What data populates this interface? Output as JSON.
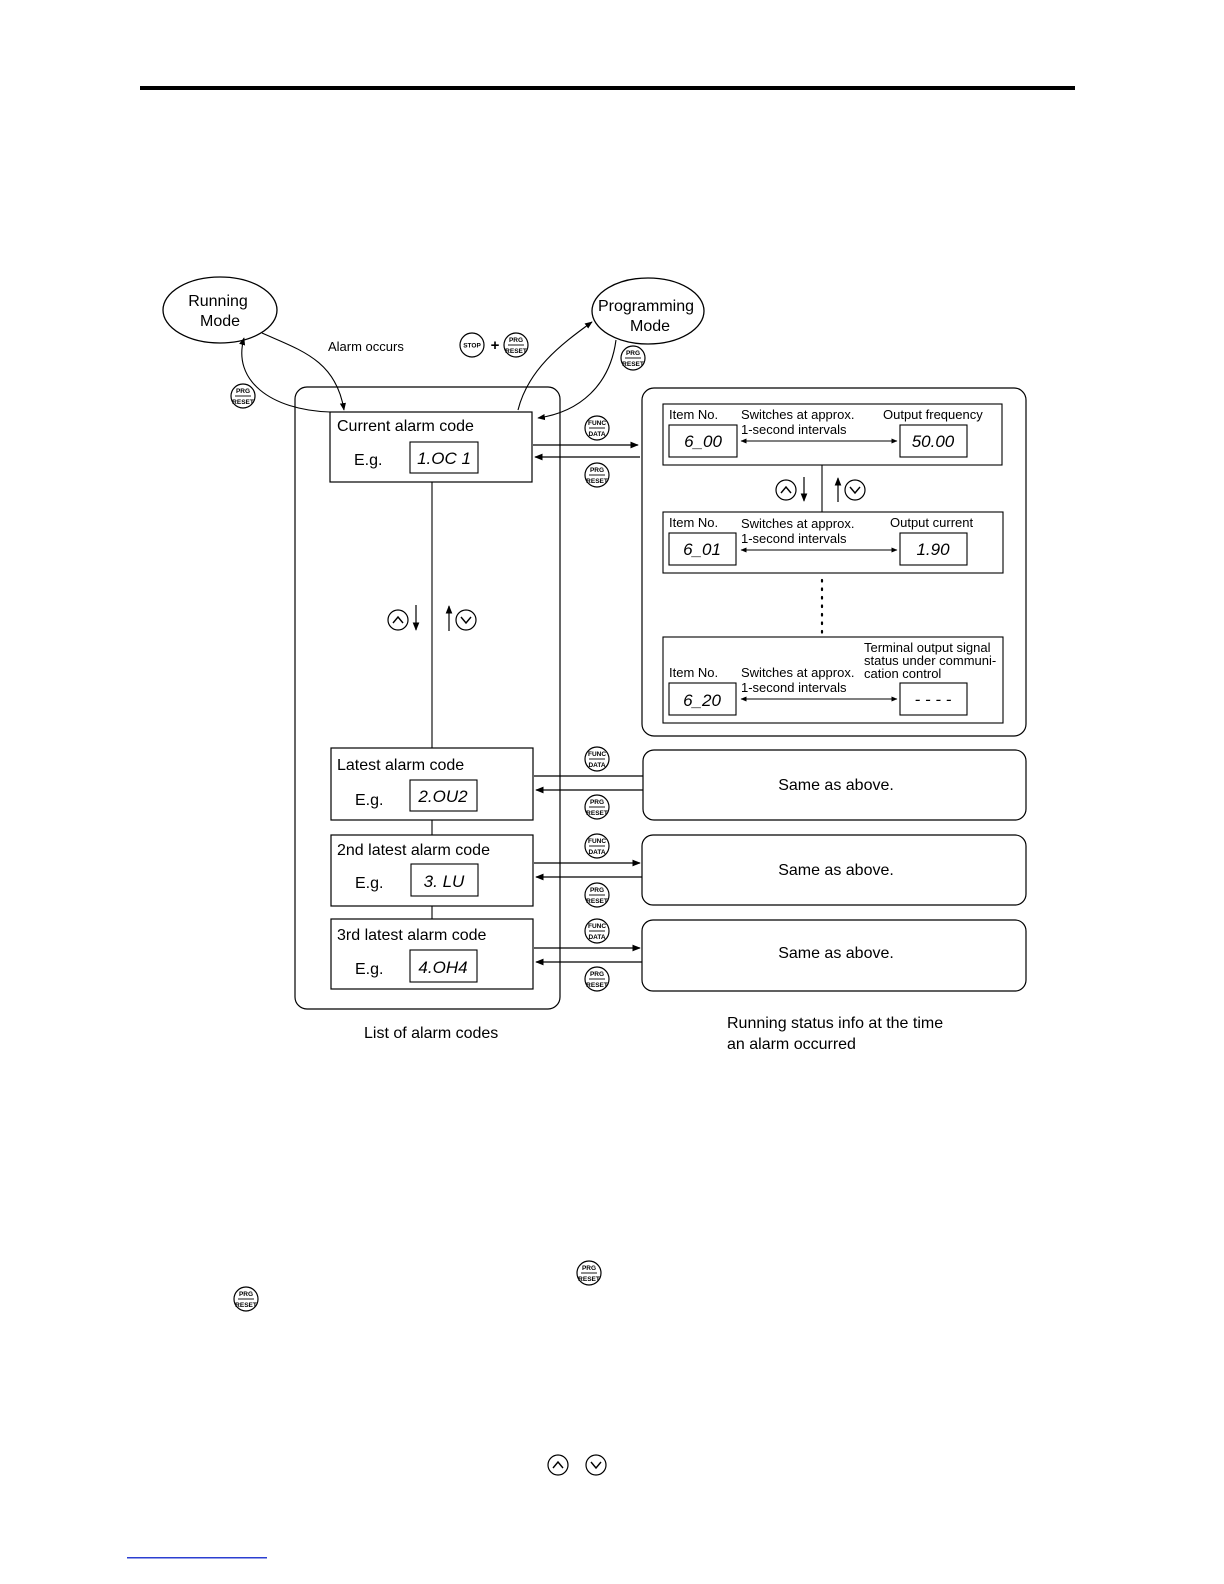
{
  "modes": {
    "running": [
      "Running",
      "Mode"
    ],
    "programming": [
      "Programming",
      "Mode"
    ],
    "alarm_occurs": "Alarm occurs"
  },
  "keys": {
    "stop": "STOP",
    "prg": "PRG",
    "reset": "RESET",
    "func": "FUNC",
    "data": "DATA",
    "plus": "+"
  },
  "alarm_list": {
    "caption": "List of alarm codes",
    "eg": "E.g.",
    "items": [
      {
        "title": "Current alarm code",
        "code": "1.OC 1"
      },
      {
        "title": "Latest alarm code",
        "code": "2.OU2"
      },
      {
        "title": "2nd latest alarm code",
        "code": "3.  LU"
      },
      {
        "title": "3rd latest alarm code",
        "code": "4.OH4"
      }
    ]
  },
  "status_info": {
    "caption": [
      "Running status info at the time",
      "an alarm occurred"
    ],
    "item_no": "Item No.",
    "switch_text": [
      "Switches at approx.",
      "1-second intervals"
    ],
    "rows": [
      {
        "item": "6_00",
        "label": [
          "Output frequency"
        ],
        "value": "50.00"
      },
      {
        "item": "6_01",
        "label": [
          "Output current"
        ],
        "value": "1.90"
      },
      {
        "item": "6_20",
        "label": [
          "Terminal output signal",
          "status under communi-",
          "cation control"
        ],
        "value": "- - - -"
      }
    ],
    "same_as_above": "Same as above."
  },
  "colors": {
    "line": "#000000",
    "background": "#ffffff",
    "footer_rule": "#2b3fd1"
  }
}
